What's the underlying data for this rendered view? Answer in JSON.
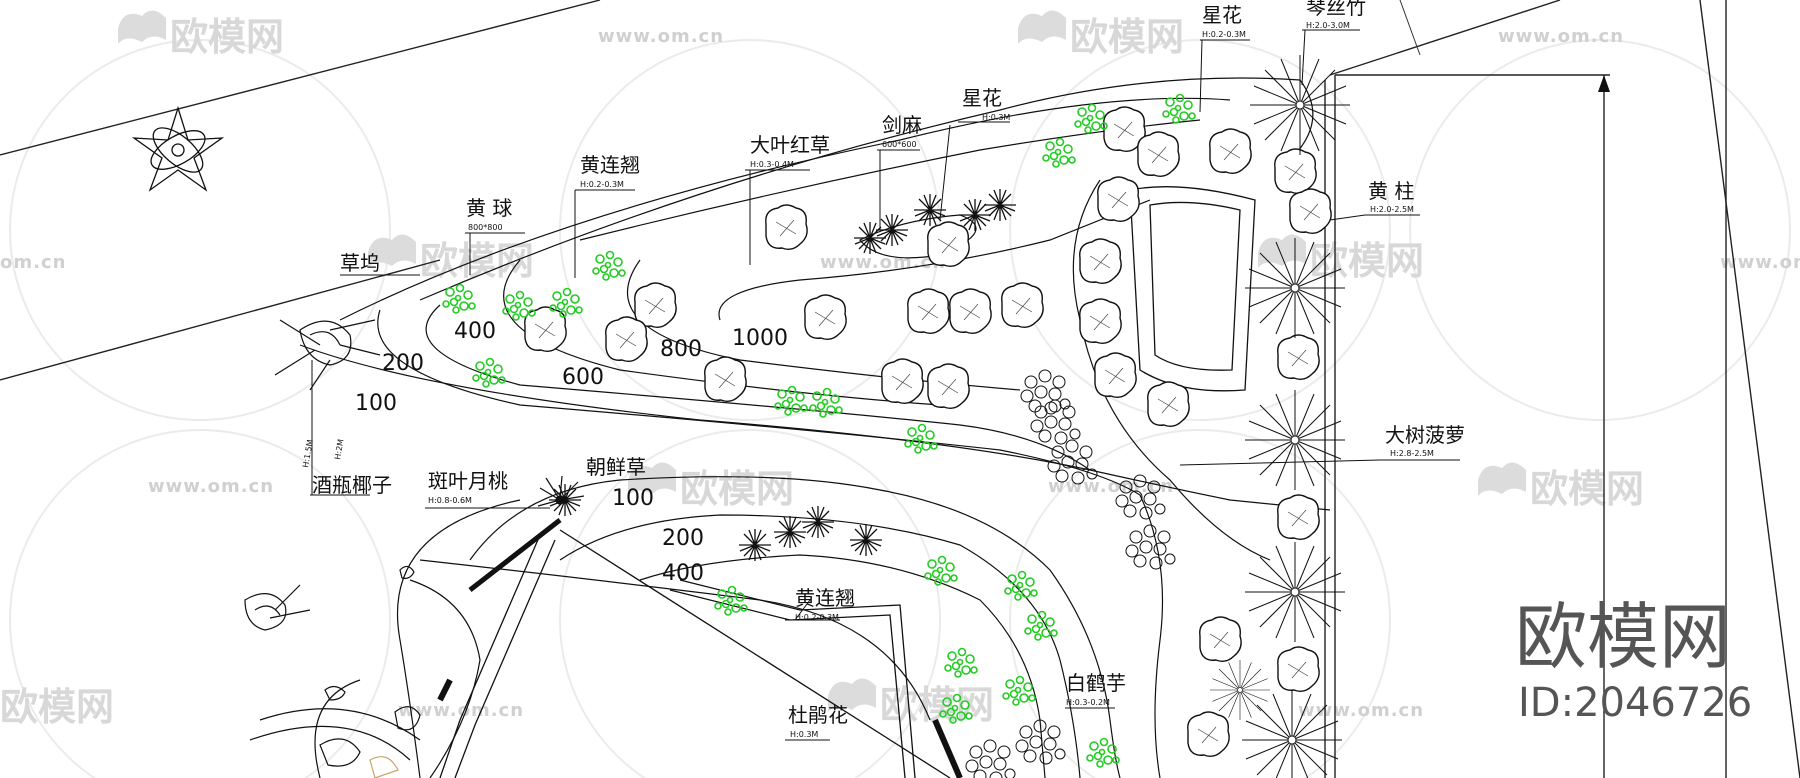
{
  "watermarks": {
    "logo_text": "欧模网",
    "url_text": "www.om.cn",
    "url_short": "om.cn",
    "brand_big": "欧模网",
    "model_id": "ID:2046726"
  },
  "plant_labels": {
    "caowu": "草坞",
    "huangqiu": "黄 球",
    "huangqiu_spec": "800*800",
    "huanglianqiao_top": "黄连翘",
    "huanglianqiao_top_spec": "H:0.2-0.3M",
    "dayehongcao": "大叶红草",
    "dayehongcao_spec": "H:0.3-0.4M",
    "jianma": "剑麻",
    "jianma_spec": "600*600",
    "xinghua_mid": "星花",
    "xinghua_mid_spec": "H:0.3M",
    "xinghua_top": "星花",
    "xinghua_top_spec": "H:0.2-0.3M",
    "qinsizhu": "琴丝竹",
    "qinsizhu_spec": "H:2.0-3.0M",
    "huangzhu": "黄 柱",
    "huangzhu_spec": "H:2.0-2.5M",
    "jiupingyezi": "酒瓶椰子",
    "jiupingyezi_spec1": "H:1.5M",
    "jiupingyezi_spec2": "H:2M",
    "banyeyuetao": "斑叶月桃",
    "banyeyuetao_spec": "H:0.8-0.6M",
    "chaoxiancao": "朝鲜草",
    "dashuboluo": "大树菠萝",
    "dashuboluo_spec": "H:2.8-2.5M",
    "huanglianqiao_bottom": "黄连翘",
    "huanglianqiao_bottom_spec": "H:0.2-0.3M",
    "baiheyu": "白鹤芋",
    "baiheyu_spec": "H:0.3-0.2M",
    "dujuanhua": "杜鹃花",
    "dujuanhua_spec": "H:0.3M"
  },
  "contour_labels": {
    "c100_left": "100",
    "c200_left": "200",
    "c400_left": "400",
    "c600": "600",
    "c800": "800",
    "c1000": "1000",
    "c100_lower": "100",
    "c200_lower": "200",
    "c400_lower": "400"
  },
  "colors": {
    "line": "#222222",
    "shrub_green": "#22cc22",
    "watermark": "#d8d8d8"
  }
}
